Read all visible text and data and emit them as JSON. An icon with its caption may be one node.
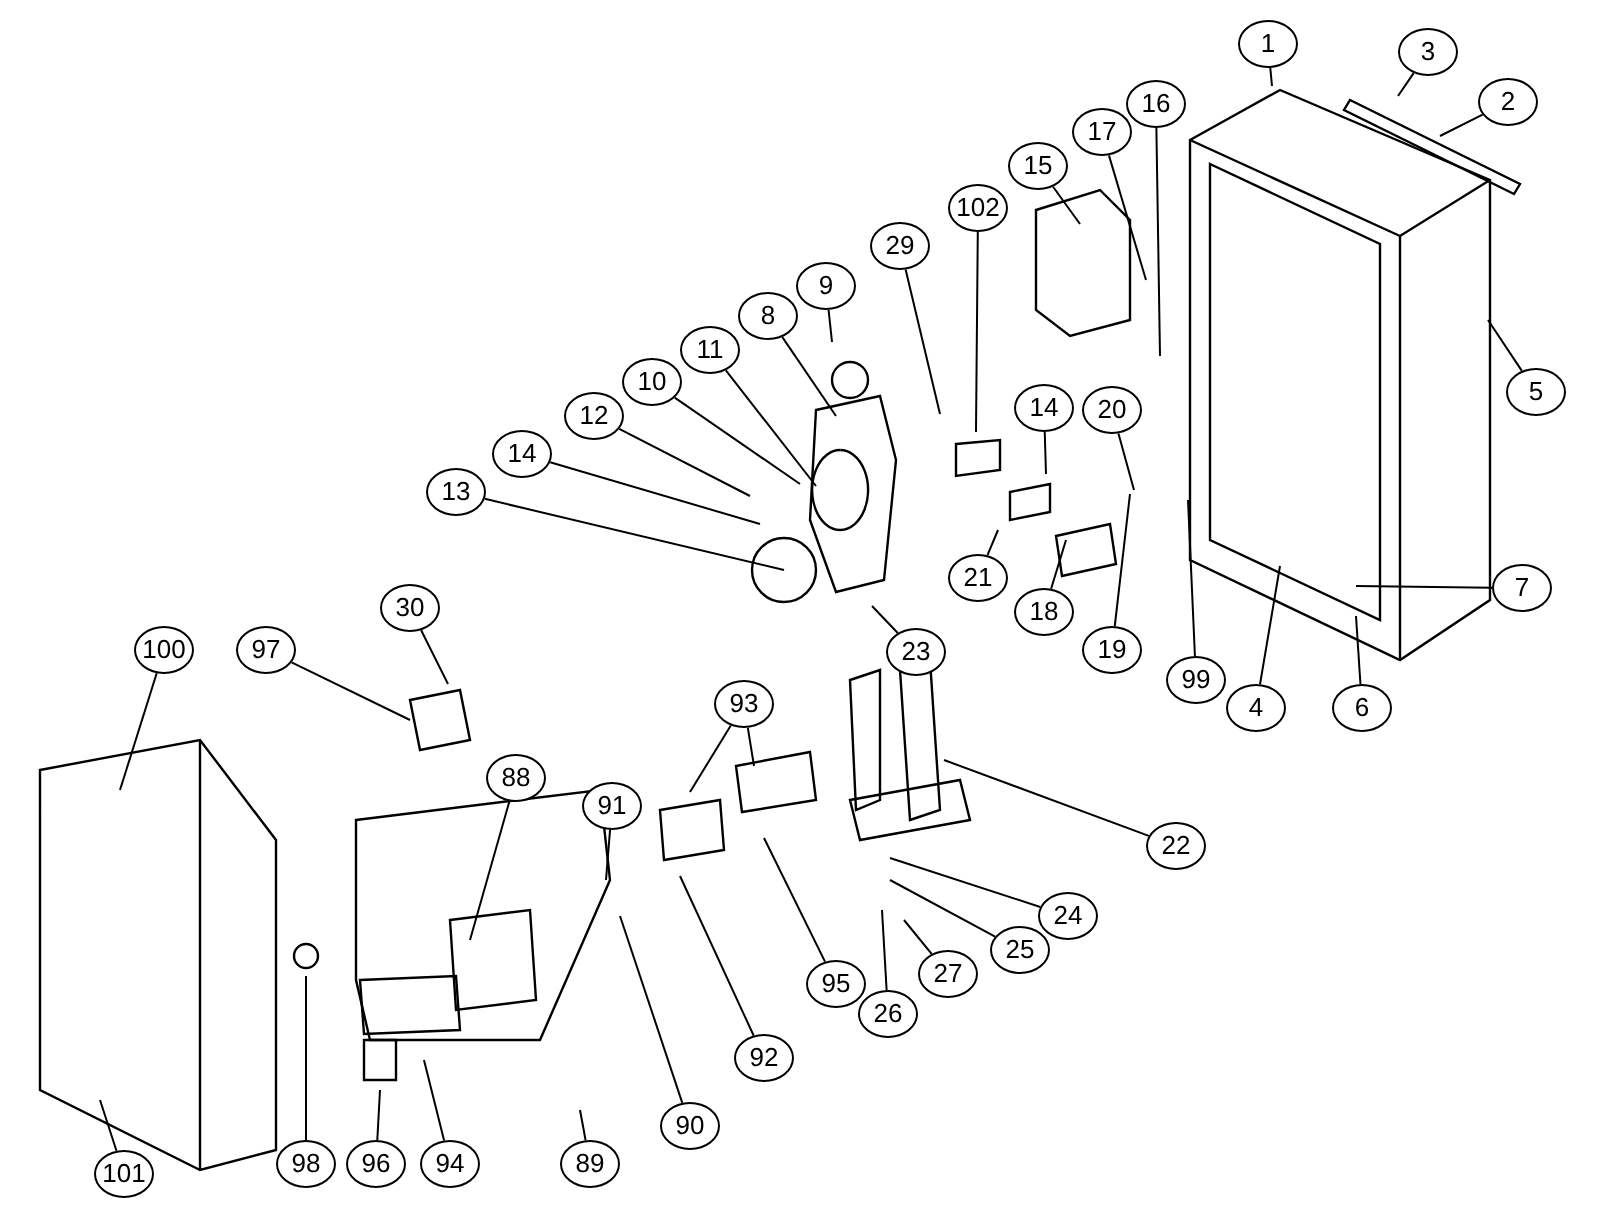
{
  "diagram": {
    "nodes": [
      {
        "text": [
          "1"
        ]
      },
      {
        "text": [
          "3"
        ]
      },
      {
        "text": [
          "2"
        ]
      },
      {
        "text": [
          "16"
        ]
      },
      {
        "text": [
          "17"
        ]
      },
      {
        "text": [
          "15"
        ]
      },
      {
        "text": [
          "102"
        ]
      },
      {
        "text": [
          "29"
        ]
      },
      {
        "text": [
          "9"
        ]
      },
      {
        "text": [
          "8"
        ]
      },
      {
        "text": [
          "11"
        ]
      },
      {
        "text": [
          "10"
        ]
      },
      {
        "text": [
          "12"
        ]
      },
      {
        "text": [
          "5"
        ]
      },
      {
        "text": [
          "14"
        ]
      },
      {
        "text": [
          "20"
        ]
      },
      {
        "text": [
          "14"
        ]
      },
      {
        "text": [
          "13"
        ]
      },
      {
        "text": [
          "21"
        ]
      },
      {
        "text": [
          "18"
        ]
      },
      {
        "text": [
          "7"
        ]
      },
      {
        "text": [
          "30"
        ]
      },
      {
        "text": [
          "23"
        ]
      },
      {
        "text": [
          "19"
        ]
      },
      {
        "text": [
          "97"
        ]
      },
      {
        "text": [
          "100"
        ]
      },
      {
        "text": [
          "99"
        ]
      },
      {
        "text": [
          "4"
        ]
      },
      {
        "text": [
          "6"
        ]
      },
      {
        "text": [
          "93"
        ]
      },
      {
        "text": [
          "88"
        ]
      },
      {
        "text": [
          "91"
        ]
      },
      {
        "text": [
          "22"
        ]
      },
      {
        "text": [
          "24"
        ]
      },
      {
        "text": [
          "25"
        ]
      },
      {
        "text": [
          "95"
        ]
      },
      {
        "text": [
          "27"
        ]
      },
      {
        "text": [
          "26"
        ]
      },
      {
        "text": [
          "92"
        ]
      },
      {
        "text": [
          "90"
        ]
      },
      {
        "text": [
          "98"
        ]
      },
      {
        "text": [
          "96"
        ]
      },
      {
        "text": [
          "94"
        ]
      },
      {
        "text": [
          "89"
        ]
      },
      {
        "text": [
          "101"
        ]
      }
    ],
    "edges": [
      {
        "from": 0,
        "to": null,
        "arrow": "none"
      },
      {
        "from": 1,
        "to": null,
        "arrow": "none"
      },
      {
        "from": 2,
        "to": null,
        "arrow": "none"
      },
      {
        "from": 3,
        "to": null,
        "arrow": "none"
      },
      {
        "from": 4,
        "to": null,
        "arrow": "none"
      },
      {
        "from": 5,
        "to": null,
        "arrow": "none"
      },
      {
        "from": 6,
        "to": null,
        "arrow": "none"
      },
      {
        "from": 7,
        "to": null,
        "arrow": "none"
      },
      {
        "from": 8,
        "to": null,
        "arrow": "none"
      },
      {
        "from": 9,
        "to": null,
        "arrow": "none"
      },
      {
        "from": 10,
        "to": null,
        "arrow": "none"
      },
      {
        "from": 11,
        "to": null,
        "arrow": "none"
      },
      {
        "from": 12,
        "to": null,
        "arrow": "none"
      },
      {
        "from": 13,
        "to": null,
        "arrow": "none"
      },
      {
        "from": 14,
        "to": null,
        "arrow": "none"
      },
      {
        "from": 15,
        "to": null,
        "arrow": "none"
      },
      {
        "from": 16,
        "to": null,
        "arrow": "none"
      },
      {
        "from": 17,
        "to": null,
        "arrow": "none"
      },
      {
        "from": 18,
        "to": null,
        "arrow": "none"
      },
      {
        "from": 19,
        "to": null,
        "arrow": "none"
      },
      {
        "from": 20,
        "to": null,
        "arrow": "none"
      },
      {
        "from": 21,
        "to": null,
        "arrow": "none"
      },
      {
        "from": 22,
        "to": null,
        "arrow": "none"
      },
      {
        "from": 23,
        "to": null,
        "arrow": "none"
      },
      {
        "from": 24,
        "to": null,
        "arrow": "none"
      },
      {
        "from": 25,
        "to": null,
        "arrow": "none"
      },
      {
        "from": 26,
        "to": null,
        "arrow": "none"
      },
      {
        "from": 27,
        "to": null,
        "arrow": "none"
      },
      {
        "from": 28,
        "to": null,
        "arrow": "none"
      },
      {
        "from": 29,
        "to": null,
        "arrow": "none"
      },
      {
        "from": 29,
        "to": null,
        "arrow": "none"
      },
      {
        "from": 30,
        "to": null,
        "arrow": "none"
      },
      {
        "from": 31,
        "to": null,
        "arrow": "none"
      },
      {
        "from": 32,
        "to": null,
        "arrow": "none"
      },
      {
        "from": 33,
        "to": null,
        "arrow": "none"
      },
      {
        "from": 34,
        "to": null,
        "arrow": "none"
      },
      {
        "from": 35,
        "to": null,
        "arrow": "none"
      },
      {
        "from": 36,
        "to": null,
        "arrow": "none"
      },
      {
        "from": 37,
        "to": null,
        "arrow": "none"
      },
      {
        "from": 38,
        "to": null,
        "arrow": "none"
      },
      {
        "from": 39,
        "to": null,
        "arrow": "none"
      },
      {
        "from": 40,
        "to": null,
        "arrow": "none"
      },
      {
        "from": 41,
        "to": null,
        "arrow": "none"
      },
      {
        "from": 42,
        "to": null,
        "arrow": "none"
      },
      {
        "from": 43,
        "to": null,
        "arrow": "none"
      },
      {
        "from": 44,
        "to": null,
        "arrow": "none"
      }
    ]
  }
}
